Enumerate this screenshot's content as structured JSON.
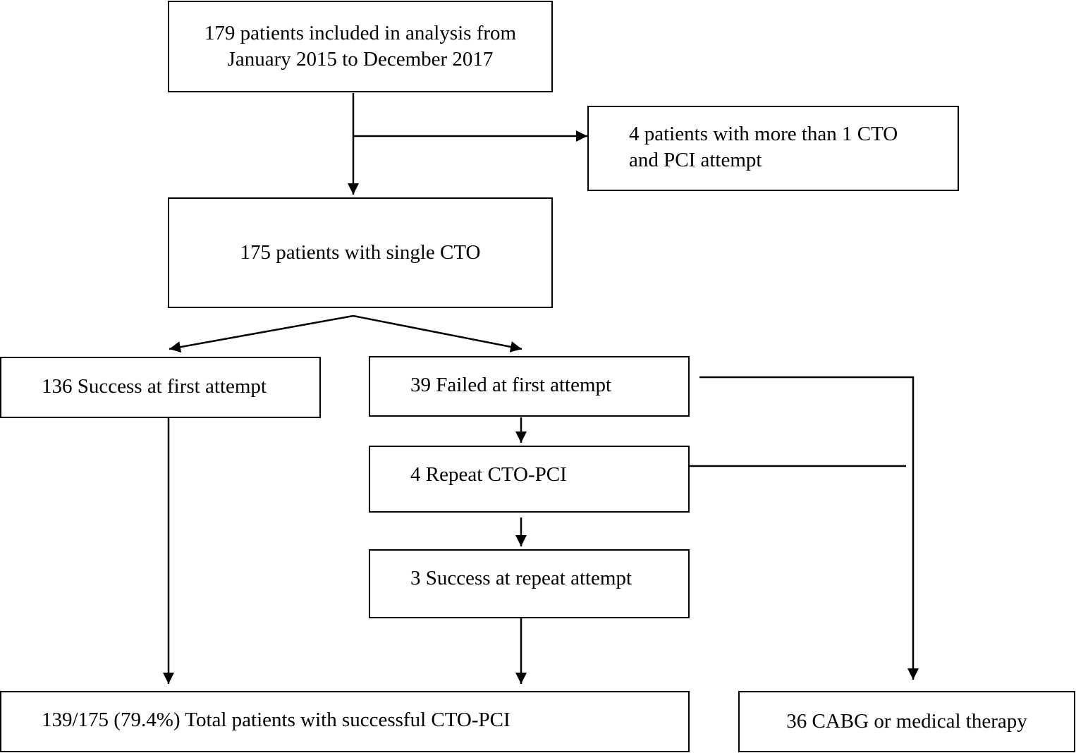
{
  "boxes": {
    "included": "179 patients included in analysis from\nJanuary 2015 to December 2017",
    "excluded": "4 patients with more than 1 CTO\nand PCI attempt",
    "single_cto": "175 patients with single CTO",
    "success_first": "136 Success at first attempt",
    "failed_first": "39 Failed at first attempt",
    "repeat": "4 Repeat CTO-PCI",
    "success_repeat": "3 Success at repeat attempt",
    "total_success": "139/175 (79.4%) Total patients with successful CTO-PCI",
    "cabg": "36 CABG or medical therapy"
  },
  "colors": {
    "stroke": "#000000",
    "background": "#ffffff"
  }
}
